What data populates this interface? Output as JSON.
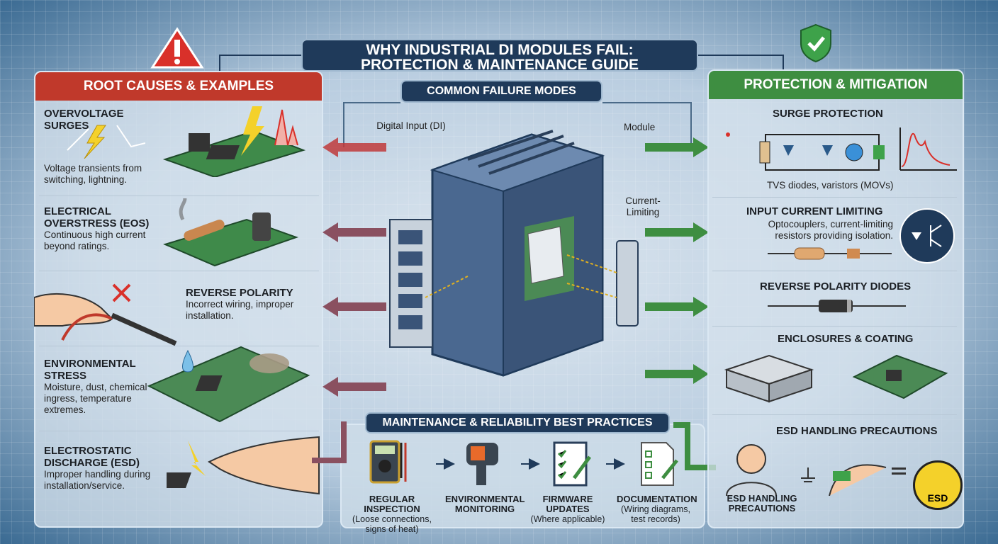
{
  "title": {
    "line1": "WHY INDUSTRIAL DI MODULES FAIL:",
    "line2": "PROTECTION & MAINTENANCE GUIDE"
  },
  "left": {
    "header": "ROOT CAUSES & EXAMPLES",
    "items": [
      {
        "title": "OVERVOLTAGE SURGES",
        "desc": "Voltage transients from switching, lightning."
      },
      {
        "title": "ELECTRICAL OVERSTRESS (EOS)",
        "desc": "Continuous high current beyond ratings."
      },
      {
        "title": "REVERSE POLARITY",
        "desc": "Incorrect wiring, improper installation."
      },
      {
        "title": "ENVIRONMENTAL STRESS",
        "desc": "Moisture, dust, chemical ingress, temperature extremes."
      },
      {
        "title": "ELECTROSTATIC DISCHARGE (ESD)",
        "desc": "Improper handling during installation/service."
      }
    ]
  },
  "center": {
    "header": "COMMON FAILURE MODES",
    "labels": {
      "di": "Digital Input (DI)",
      "module": "Module",
      "current": "Current-Limiting"
    }
  },
  "right": {
    "header": "PROTECTION & MITIGATION",
    "items": [
      {
        "title": "SURGE PROTECTION",
        "desc": "TVS diodes, varistors (MOVs)"
      },
      {
        "title": "INPUT CURRENT LIMITING",
        "desc": "Optocouplers, current-limiting resistors providing isolation."
      },
      {
        "title": "REVERSE POLARITY DIODES",
        "desc": ""
      },
      {
        "title": "ENCLOSURES & COATING",
        "desc": ""
      },
      {
        "title": "ESD HANDLING PRECAUTIONS",
        "desc": ""
      }
    ],
    "esd_caption": "ESD HANDLING PRECAUTIONS",
    "esd_sign": "ESD"
  },
  "maintenance": {
    "header": "MAINTENANCE & RELIABILITY BEST PRACTICES",
    "steps": [
      {
        "title": "REGULAR INSPECTION",
        "desc": "(Loose connections, signs of heat)"
      },
      {
        "title": "ENVIRONMENTAL MONITORING",
        "desc": ""
      },
      {
        "title": "FIRMWARE UPDATES",
        "desc": "(Where applicable)"
      },
      {
        "title": "DOCUMENTATION",
        "desc": "(Wiring diagrams, test records)"
      }
    ]
  },
  "colors": {
    "red": "#c0392b",
    "green": "#3e8e41",
    "navy": "#1f3a5a"
  }
}
